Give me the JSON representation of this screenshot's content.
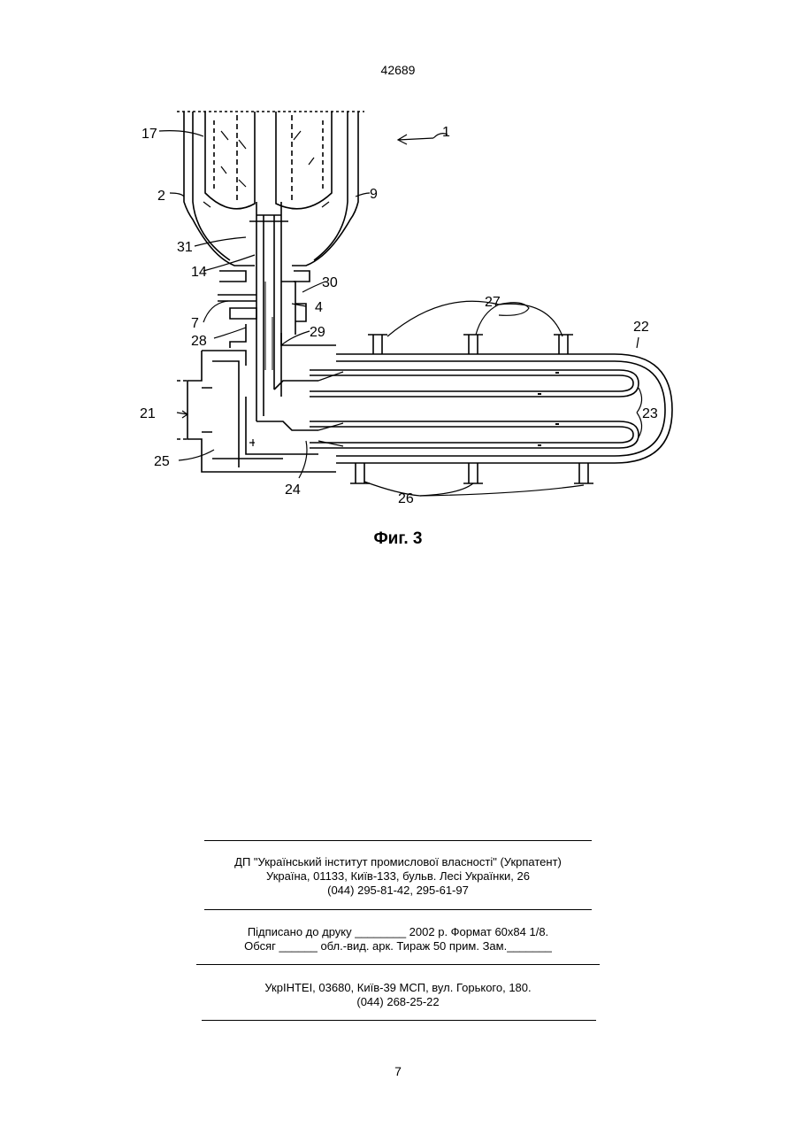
{
  "header": {
    "doc_number": "42689"
  },
  "figure": {
    "caption": "Фиг. 3",
    "labels": {
      "l1": "1",
      "l2": "2",
      "l4": "4",
      "l7": "7",
      "l9": "9",
      "l14": "14",
      "l17": "17",
      "l21": "21",
      "l22": "22",
      "l23": "23",
      "l24": "24",
      "l25": "25",
      "l26": "26",
      "l27": "27",
      "l28": "28",
      "l29": "29",
      "l30": "30",
      "l31": "31"
    }
  },
  "imprint": {
    "block1": {
      "line1": "ДП \"Український інститут промислової власності\" (Укрпатент)",
      "line2": "Україна, 01133, Київ-133, бульв. Лесі Українки, 26",
      "line3": "(044) 295-81-42, 295-61-97"
    },
    "block2": {
      "line1": "Підписано до друку ________ 2002 р.    Формат 60х84 1/8.",
      "line2": "Обсяг ______ обл.-вид. арк.   Тираж 50 прим.    Зам._______"
    },
    "block3": {
      "line1": "УкрІНТЕІ, 03680, Київ-39 МСП, вул. Горького, 180.",
      "line2": "(044) 268-25-22"
    }
  },
  "footer": {
    "page_number": "7"
  }
}
